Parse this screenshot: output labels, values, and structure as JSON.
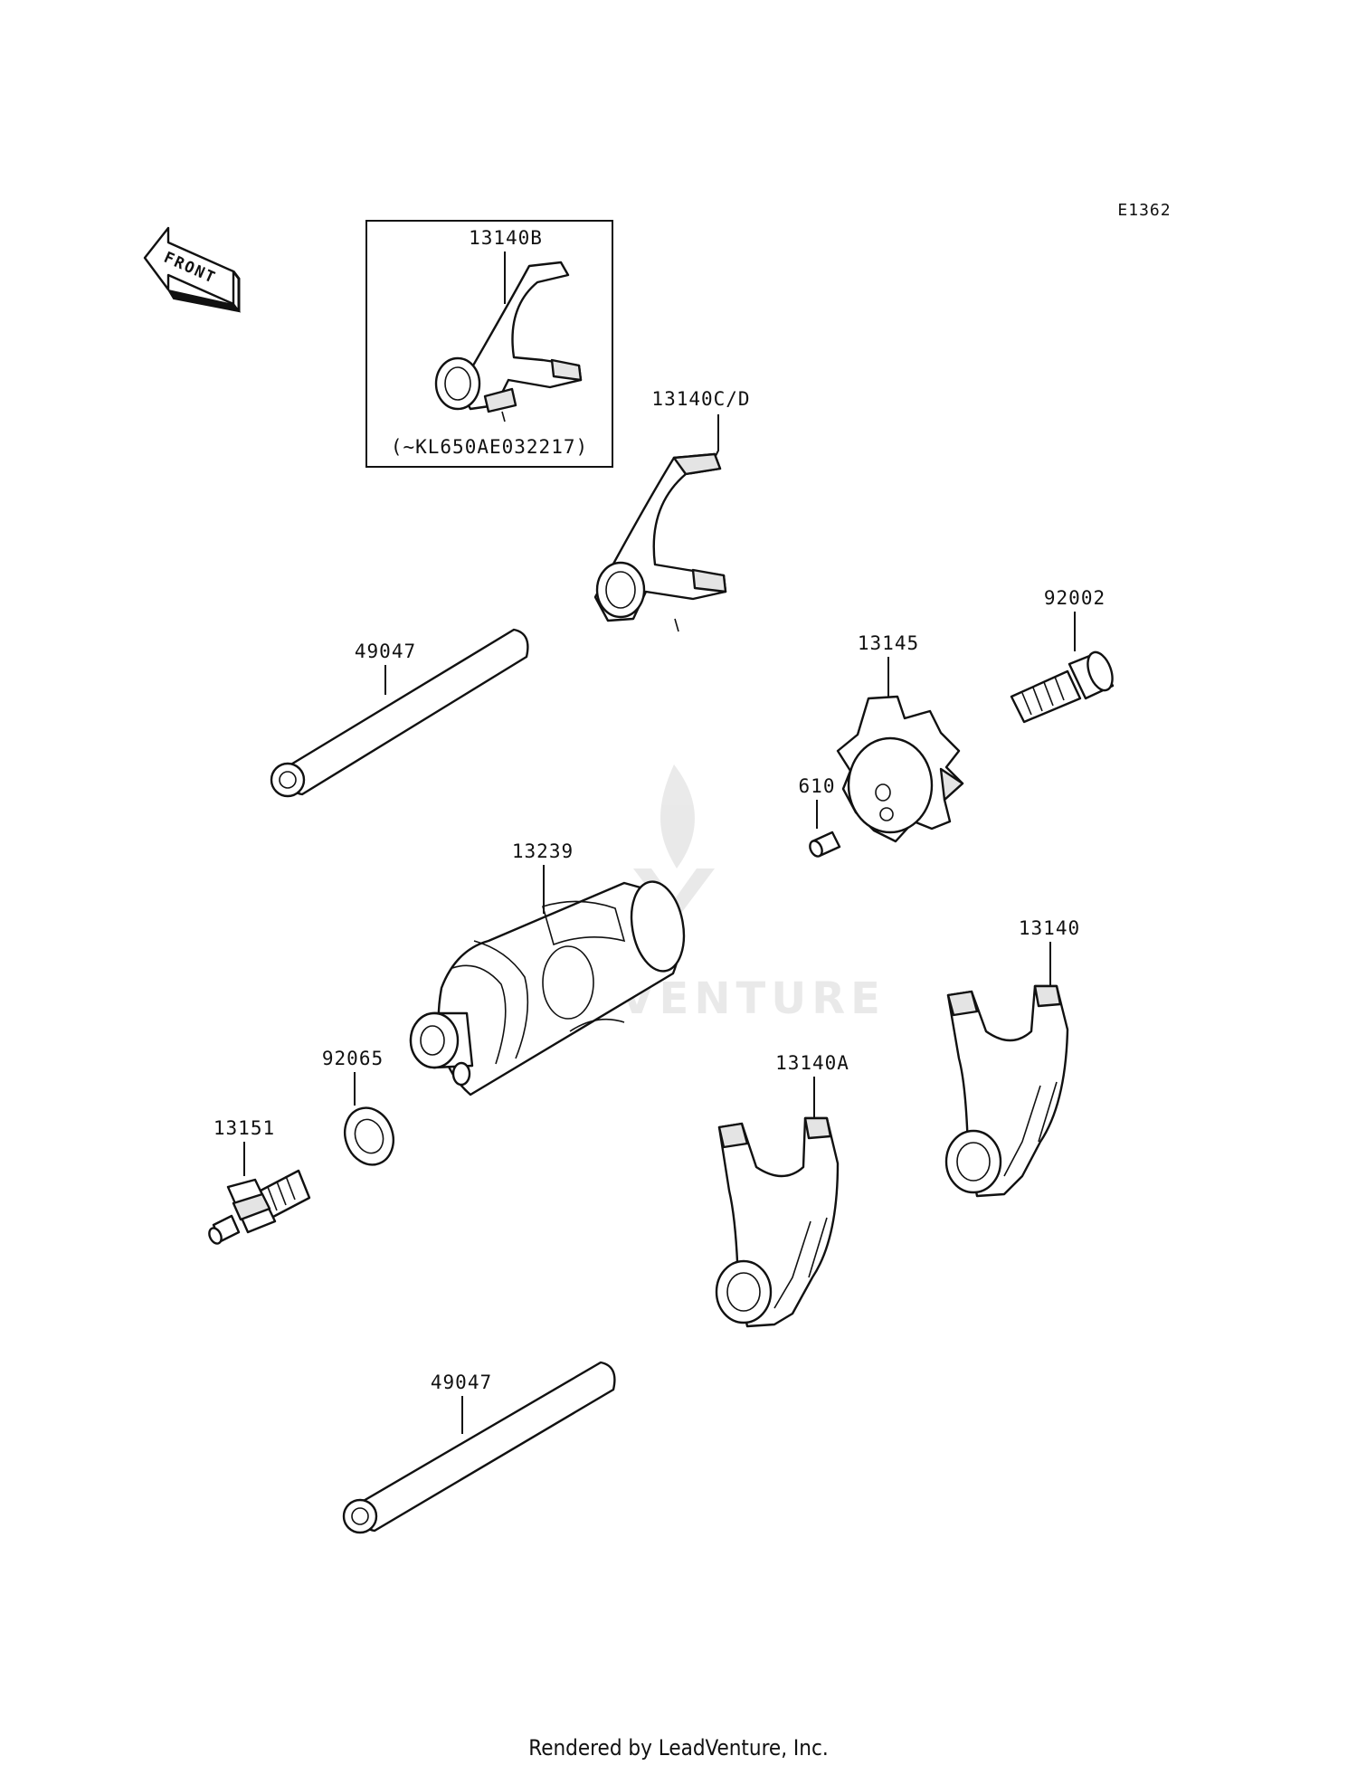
{
  "diagram_code": "E1362",
  "front_label": "FRONT",
  "variant_note": "(~KL650AE032217)",
  "watermark": "LEADVENTURE",
  "footer": "Rendered by LeadVenture, Inc.",
  "parts": [
    {
      "id": "p13140b",
      "number": "13140B",
      "name": "shift-fork"
    },
    {
      "id": "p13140cd",
      "number": "13140C/D",
      "name": "shift-fork"
    },
    {
      "id": "p49047a",
      "number": "49047",
      "name": "shift-rod"
    },
    {
      "id": "p92002",
      "number": "92002",
      "name": "bolt"
    },
    {
      "id": "p13145",
      "number": "13145",
      "name": "drum-cam"
    },
    {
      "id": "p610",
      "number": "610",
      "name": "pin"
    },
    {
      "id": "p13239",
      "number": "13239",
      "name": "shift-drum"
    },
    {
      "id": "p13140",
      "number": "13140",
      "name": "shift-fork"
    },
    {
      "id": "p92065",
      "number": "92065",
      "name": "washer"
    },
    {
      "id": "p13140a",
      "number": "13140A",
      "name": "shift-fork"
    },
    {
      "id": "p13151",
      "number": "13151",
      "name": "neutral-switch"
    },
    {
      "id": "p49047b",
      "number": "49047",
      "name": "shift-rod"
    }
  ]
}
